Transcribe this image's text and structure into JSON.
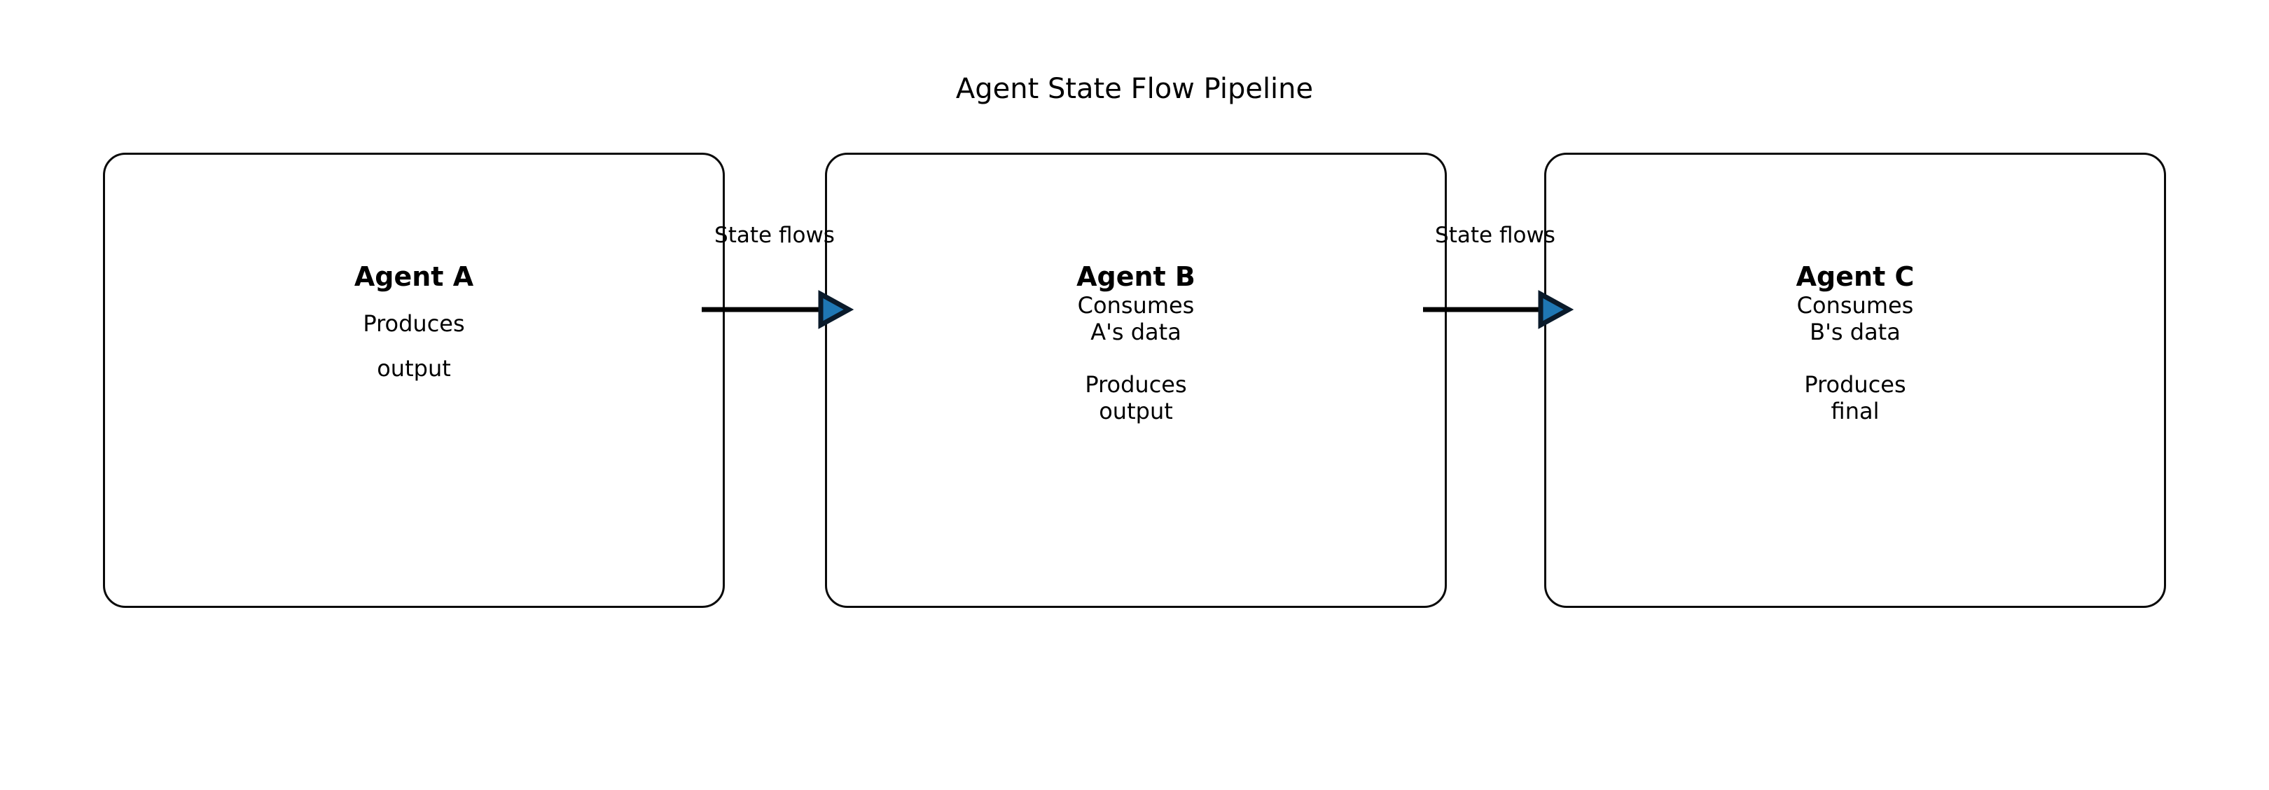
{
  "diagram": {
    "title": "Agent State Flow Pipeline",
    "type": "flowchart",
    "background_color": "#ffffff",
    "node_border_color": "#0a0a0a",
    "node_fill_color": "#ffffff",
    "arrow_line_color": "#000000",
    "arrow_head_fill_color": "#1f77b4",
    "arrow_head_edge_color": "#0a1a2a"
  },
  "nodes": [
    {
      "id": "agent-a",
      "name": "Agent A",
      "lines": [
        "Produces",
        "output"
      ]
    },
    {
      "id": "agent-b",
      "name": "Agent B",
      "lines": [
        "Consumes",
        "A's data",
        "",
        "Produces",
        "output"
      ]
    },
    {
      "id": "agent-c",
      "name": "Agent C",
      "lines": [
        "Consumes",
        "B's data",
        "",
        "Produces",
        "final"
      ]
    }
  ],
  "edges": [
    {
      "id": "edge-a-b",
      "from": "agent-a",
      "to": "agent-b",
      "label": "State flows"
    },
    {
      "id": "edge-b-c",
      "from": "agent-b",
      "to": "agent-c",
      "label": "State flows"
    }
  ]
}
